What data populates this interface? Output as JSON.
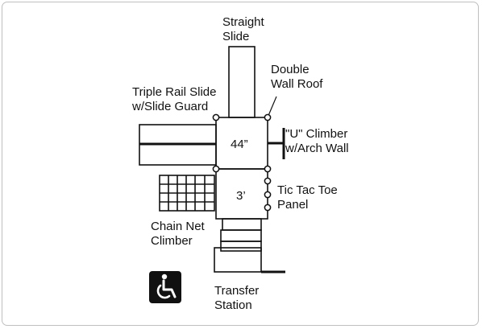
{
  "labels": {
    "straight_slide": [
      "Straight",
      "Slide"
    ],
    "double_wall_roof": [
      "Double",
      "Wall Roof"
    ],
    "triple_rail_slide": [
      "Triple Rail Slide",
      "w/Slide Guard"
    ],
    "u_climber": [
      "\"U\" Climber",
      "w/Arch Wall"
    ],
    "tic_tac_toe": [
      "Tic Tac Toe",
      "Panel"
    ],
    "chain_net": [
      "Chain Net",
      "Climber"
    ],
    "transfer_station": [
      "Transfer",
      "Station"
    ]
  },
  "platforms": {
    "upper_height": "44”",
    "lower_height": "3’"
  },
  "icons": {
    "accessibility": "wheelchair-icon"
  },
  "colors": {
    "line": "#111111",
    "background": "#ffffff",
    "icon_bg": "#111111",
    "icon_fg": "#ffffff"
  }
}
